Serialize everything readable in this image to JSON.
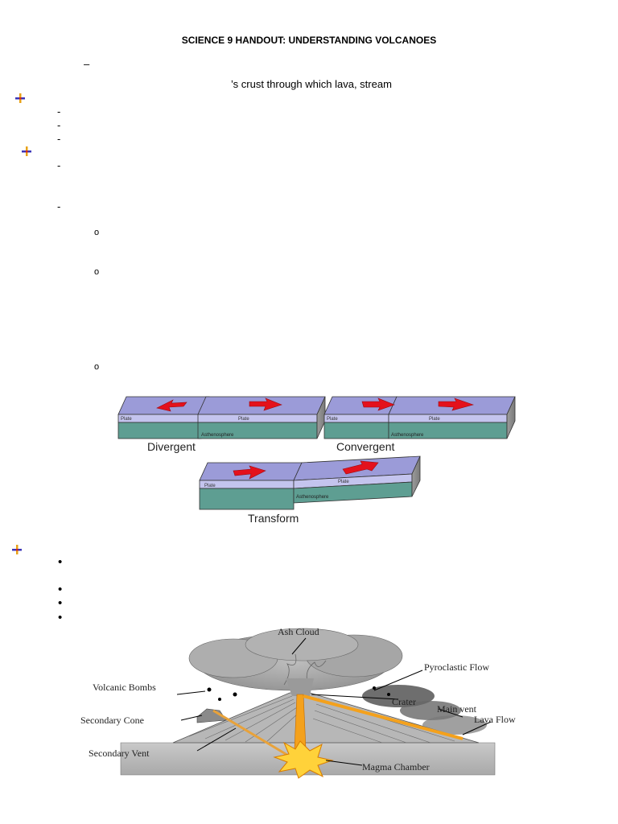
{
  "document": {
    "title": "SCIENCE 9 HANDOUT: UNDERSTANDING VOLCANOES",
    "en_dash": "–",
    "crust_text": "’s crust through which lava, stream",
    "dash": "-",
    "circle_bullet": "o",
    "round_bullet": "•"
  },
  "plate_diagram": {
    "divergent": {
      "label": "Divergent",
      "left_plate": "Plate",
      "right_plate": "Plate",
      "asthenosphere": "Asthenosphere"
    },
    "convergent": {
      "label": "Convergent",
      "left_plate": "Plate",
      "right_plate": "Plate",
      "asthenosphere": "Asthenosphere"
    },
    "transform": {
      "label": "Transform",
      "left_plate": "Plate",
      "right_plate": "Plate",
      "asthenosphere": "Asthenosphere"
    }
  },
  "volcano_diagram": {
    "labels": {
      "ash_cloud": "Ash Cloud",
      "pyroclastic_flow": "Pyroclastic Flow",
      "volcanic_bombs": "Volcanic Bombs",
      "crater": "Crater",
      "main_vent": "Main vent",
      "secondary_cone": "Secondary Cone",
      "lava_flow": "Lava Flow",
      "secondary_vent": "Secondary Vent",
      "magma_chamber": "Magma Chamber"
    }
  },
  "colors": {
    "plate_top": "#9b9bd8",
    "plate_side": "#c4c4ee",
    "asthenosphere": "#5e9e92",
    "arrow_red": "#e4111c",
    "lava_orange": "#f4a11c",
    "magma_yellow": "#ffd23a",
    "ash_gray": "#9a9a9a"
  }
}
